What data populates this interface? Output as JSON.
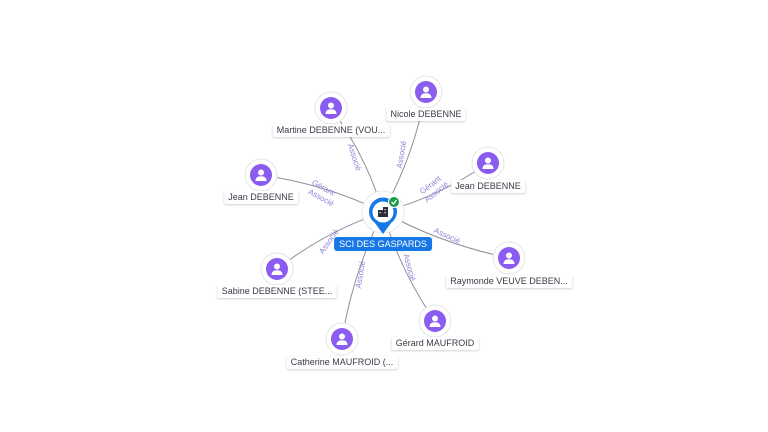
{
  "center": {
    "name": "SCI DES GASPARDS",
    "icon": "building-icon",
    "status_icon": "check-badge-icon",
    "pin_color": "#1877e6",
    "status_color": "#1e9a4b"
  },
  "person_color": "#8a5cf0",
  "people": [
    {
      "id": "martine-debenne",
      "name": "Martine DEBENNE (VOU...",
      "roles": [
        "Associé"
      ]
    },
    {
      "id": "nicole-debenne",
      "name": "Nicole DEBENNE",
      "roles": [
        "Associé"
      ]
    },
    {
      "id": "jean-debenne-left",
      "name": "Jean DEBENNE",
      "roles": [
        "Gérant",
        "Associé"
      ]
    },
    {
      "id": "jean-debenne-right",
      "name": "Jean DEBENNE",
      "roles": [
        "Gérant",
        "Associé"
      ]
    },
    {
      "id": "raymonde-veuve",
      "name": "Raymonde VEUVE DEBEN...",
      "roles": [
        "Associé"
      ]
    },
    {
      "id": "sabine-debenne",
      "name": "Sabine DEBENNE (STEE...",
      "roles": [
        "Associé"
      ]
    },
    {
      "id": "gerard-maufroid",
      "name": "Gérard MAUFROID",
      "roles": [
        "Associé"
      ]
    },
    {
      "id": "catherine-maufroid",
      "name": "Catherine MAUFROID (...",
      "roles": [
        "Associé"
      ]
    }
  ]
}
